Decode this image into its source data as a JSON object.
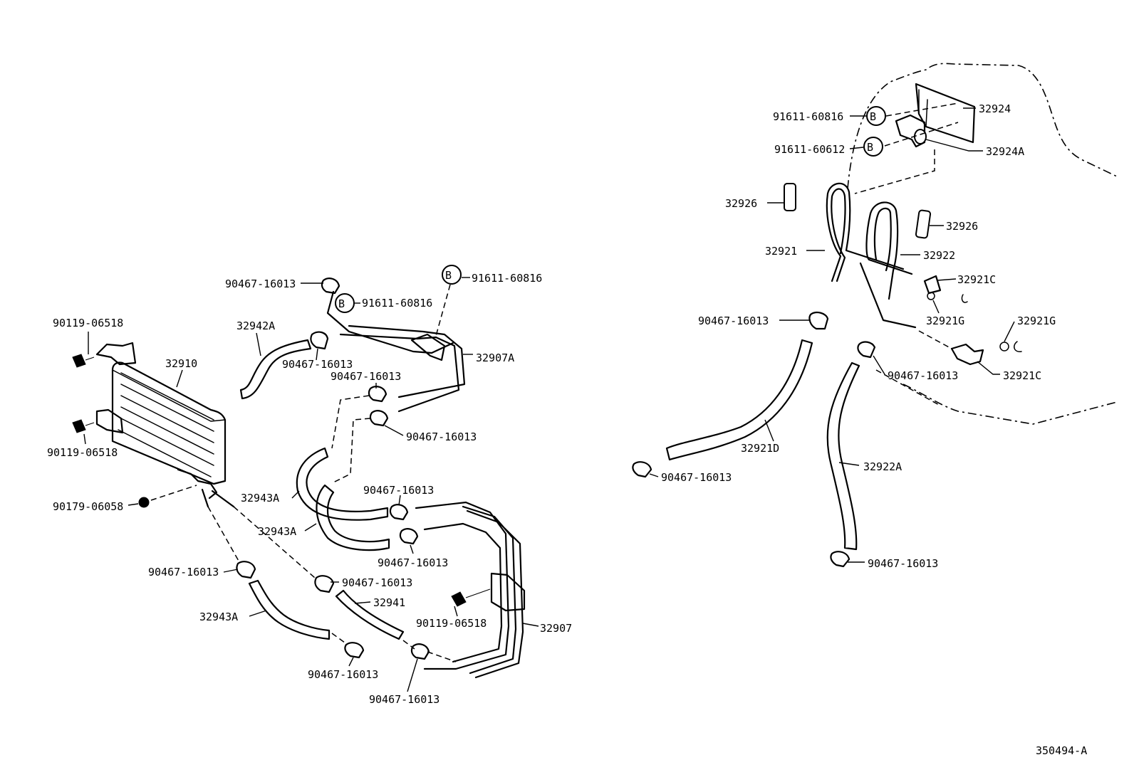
{
  "diagram_id": "350494-A",
  "bolt_marker": "B",
  "parts": {
    "p32924": "32924",
    "p32924A": "32924A",
    "p91611_60816_right": "91611-60816",
    "p91611_60612": "91611-60612",
    "p32926_left": "32926",
    "p32926_right": "32926",
    "p32921": "32921",
    "p32922": "32922",
    "p32921C_top": "32921C",
    "p32921G_left": "32921G",
    "p32921G_right": "32921G",
    "p32921C_bottom": "32921C",
    "clamp_r1": "90467-16013",
    "clamp_r2": "90467-16013",
    "clamp_r3": "90467-16013",
    "clamp_r4": "90467-16013",
    "p32921D": "32921D",
    "p32922A": "32922A",
    "clamp_l_top": "90467-16013",
    "p91611_60816_mid": "91611-60816",
    "p91611_60816_top": "91611-60816",
    "p32942A": "32942A",
    "clamp_l2": "90467-16013",
    "p32907A": "32907A",
    "clamp_l3": "90467-16013",
    "clamp_l4": "90467-16013",
    "bolt_90119_top": "90119-06518",
    "p32910": "32910",
    "bolt_90119_bottom": "90119-06518",
    "nut_90179": "90179-06058",
    "p32943A_1": "32943A",
    "p32943A_2": "32943A",
    "clamp_l5": "90467-16013",
    "clamp_l6": "90467-16013",
    "clamp_l7": "90467-16013",
    "clamp_l8": "90467-16013",
    "p32943A_3": "32943A",
    "p32941": "32941",
    "bolt_90119_mid": "90119-06518",
    "p32907": "32907",
    "clamp_l9": "90467-16013",
    "clamp_l10": "90467-16013"
  }
}
